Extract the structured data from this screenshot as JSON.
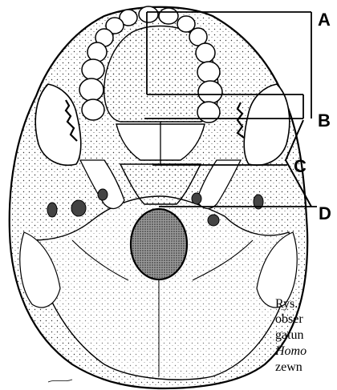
{
  "labels": {
    "a": "A",
    "b": "B",
    "c": "C",
    "d": "D"
  },
  "caption_lines": [
    "Rys.",
    "obser",
    "gatun",
    "Homo",
    "zewn"
  ],
  "colors": {
    "ink": "#000000",
    "paper": "#ffffff",
    "stipple": "#333333",
    "foramen": "#555555"
  }
}
